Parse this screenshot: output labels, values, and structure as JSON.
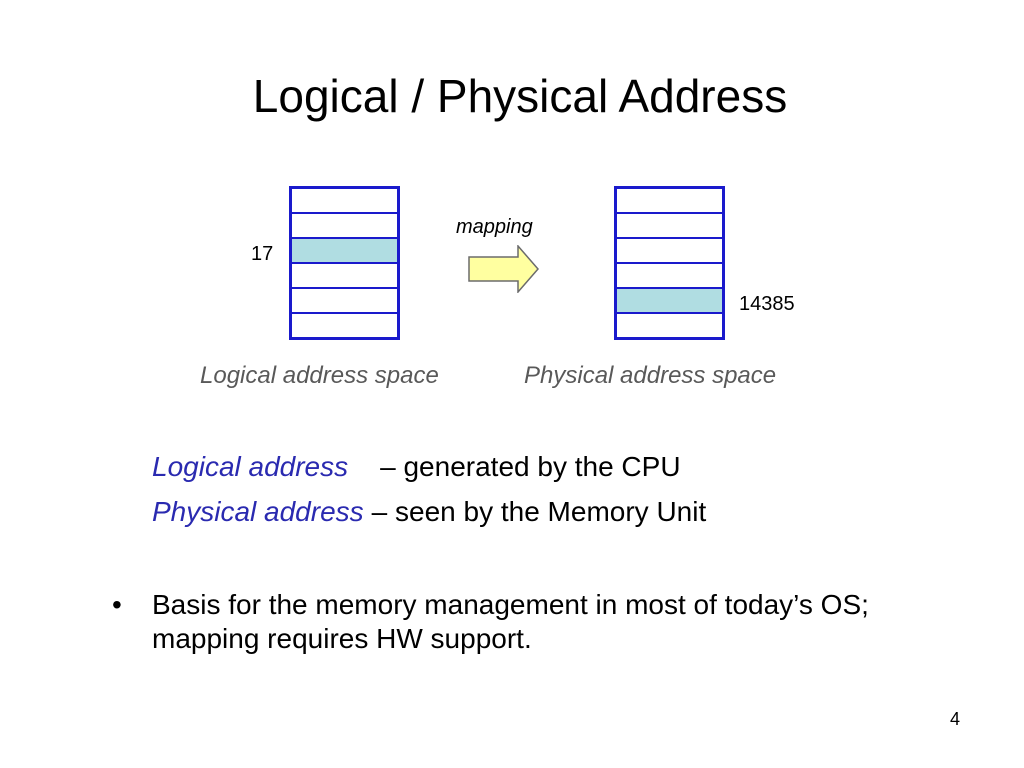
{
  "slide": {
    "title": "Logical / Physical Address",
    "page_number": "4"
  },
  "diagram": {
    "logical_index_label": "17",
    "physical_index_label": "14385",
    "mapping_label": "mapping",
    "logical_caption": "Logical address space",
    "physical_caption": "Physical address space",
    "logical_highlight_row": 2,
    "physical_highlight_row": 4,
    "row_count": 6,
    "colors": {
      "border": "#1a1acc",
      "highlight": "#b0dde2",
      "arrow_fill": "#ffffa0"
    }
  },
  "definitions": [
    {
      "term": "Logical address",
      "desc": "– generated by the CPU"
    },
    {
      "term": "Physical address",
      "desc": "– seen by the Memory Unit"
    }
  ],
  "bullets": [
    {
      "marker": "•",
      "text": "Basis for the memory management in most of today’s OS; mapping requires HW support."
    }
  ]
}
